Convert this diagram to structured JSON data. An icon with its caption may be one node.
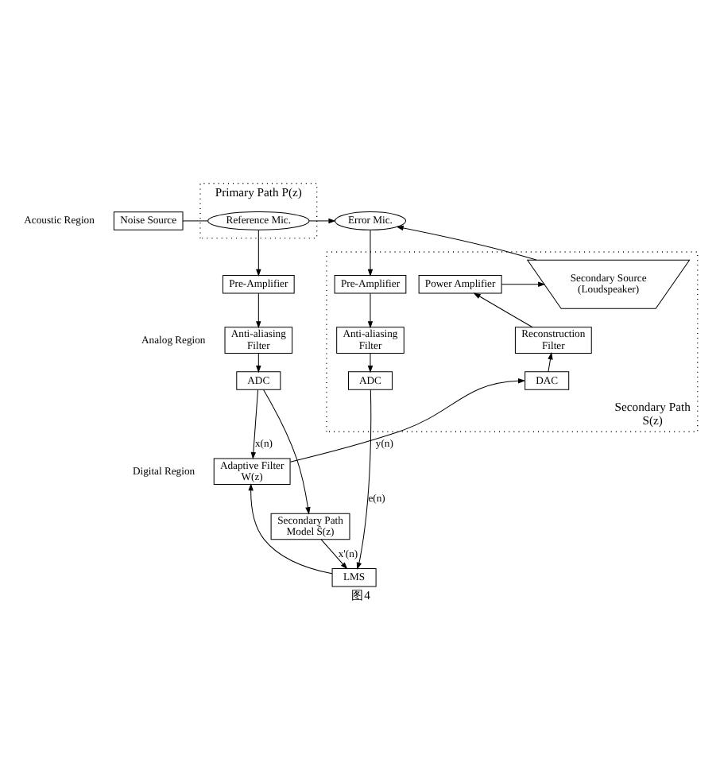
{
  "diagram": {
    "caption": "图4",
    "nodes": [
      {
        "text": [
          "Primary Path P(z)"
        ]
      },
      {
        "text": [
          "Noise Source"
        ]
      },
      {
        "text": [
          "Reference Mic."
        ],
        "in": 0
      },
      {
        "text": [
          "Error Mic."
        ]
      },
      {
        "text": [
          "Secondary Path S(z)"
        ]
      },
      {
        "text": [
          "Secondary Source (Loudspeaker)"
        ],
        "in": 4
      },
      {
        "text": [
          "Pre-Amplifier"
        ]
      },
      {
        "text": [
          "Power Amplifier"
        ],
        "in": 4
      },
      {
        "text": [
          "Pre-Amplifier"
        ],
        "in": 4
      },
      {
        "text": [
          "Anti-aliasing Filter"
        ]
      },
      {
        "text": [
          "Reconstruction Filter"
        ],
        "in": 4
      },
      {
        "text": [
          "Anti-aliasing Filter"
        ],
        "in": 4
      },
      {
        "text": [
          "ADC"
        ]
      },
      {
        "text": [
          "DAC"
        ],
        "in": 4
      },
      {
        "text": [
          "ADC"
        ],
        "in": 4
      },
      {
        "text": [
          "Adaptive Filter W(z)"
        ]
      },
      {
        "text": [
          "Secondary Path Model Ŝ(z)"
        ]
      },
      {
        "text": [
          "LMS"
        ]
      }
    ],
    "edges": [
      {
        "from": 1,
        "to": 2,
        "arrow": "none"
      },
      {
        "from": 2,
        "to": 3,
        "arrow": "to"
      },
      {
        "from": 5,
        "to": 3,
        "arrow": "to"
      },
      {
        "from": 2,
        "to": 6,
        "arrow": "to"
      },
      {
        "from": 6,
        "to": 9,
        "arrow": "to"
      },
      {
        "from": 9,
        "to": 12,
        "arrow": "to"
      },
      {
        "from": 3,
        "to": 8,
        "arrow": "to"
      },
      {
        "from": 8,
        "to": 11,
        "arrow": "to"
      },
      {
        "from": 11,
        "to": 14,
        "arrow": "to"
      },
      {
        "from": 13,
        "to": 10,
        "arrow": "to"
      },
      {
        "from": 10,
        "to": 7,
        "arrow": "to"
      },
      {
        "from": 7,
        "to": 5,
        "arrow": "to"
      },
      {
        "from": 12,
        "to": 15,
        "arrow": "to",
        "label": "x(n)"
      },
      {
        "from": 12,
        "to": 16,
        "arrow": "to"
      },
      {
        "from": 15,
        "to": 13,
        "arrow": "to",
        "label": "y(n)"
      },
      {
        "from": 16,
        "to": 17,
        "arrow": "to",
        "label": "x'(n)"
      },
      {
        "from": 14,
        "to": 17,
        "arrow": "to",
        "label": "e(n)"
      },
      {
        "from": 17,
        "to": 15,
        "arrow": "to"
      }
    ],
    "labels": [
      "Acoustic Region",
      "Analog Region",
      "Digital Region"
    ]
  }
}
